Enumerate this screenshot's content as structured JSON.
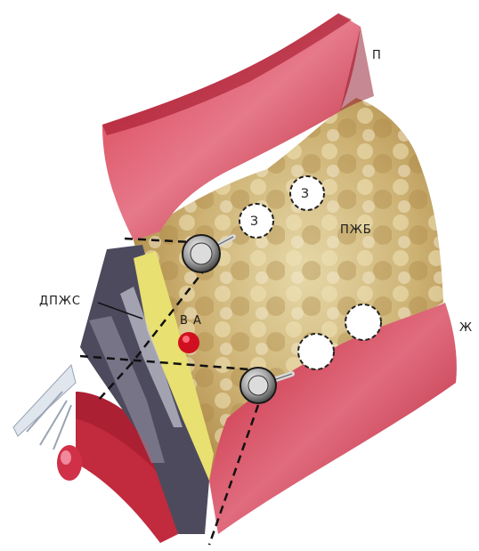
{
  "labels": {
    "top_right": "П",
    "fat_tissue": "ПЖБ",
    "bottom_right": "Ж",
    "left_layer": "ДПЖС",
    "vessel": "В А",
    "circle_1": "З",
    "circle_2": "З"
  },
  "colors": {
    "muscle_red": "#c8283a",
    "muscle_light": "#e0687a",
    "fat_yellow": "#c8a865",
    "fascia_gray": "#4d4a5e",
    "fascia_yellow": "#e8e070",
    "vessel_red": "#d01020"
  }
}
